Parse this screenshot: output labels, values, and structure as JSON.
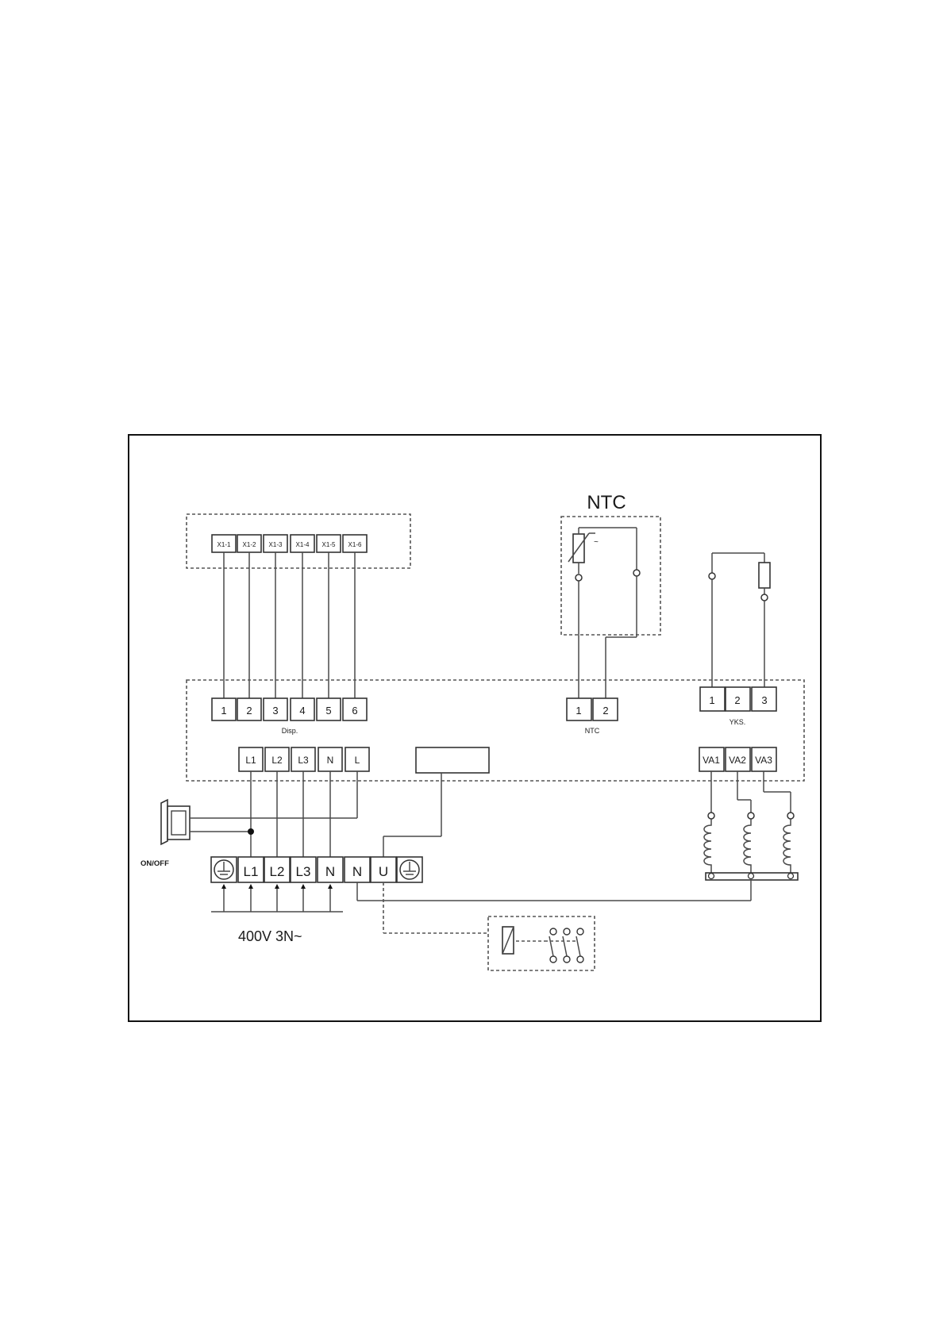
{
  "display_terminals": [
    "X1-1",
    "X1-2",
    "X1-3",
    "X1-4",
    "X1-5",
    "X1-6"
  ],
  "disp_terminals": [
    "1",
    "2",
    "3",
    "4",
    "5",
    "6"
  ],
  "disp_label": "Disp.",
  "ntc_title": "NTC",
  "ntc_terminals": [
    "1",
    "2"
  ],
  "ntc_label": "NTC",
  "yks_terminals": [
    "1",
    "2",
    "3"
  ],
  "yks_label": "YKS.",
  "power_terminals": [
    "L1",
    "L2",
    "L3",
    "N",
    "L"
  ],
  "va_terminals": [
    "VA1",
    "VA2",
    "VA3"
  ],
  "switch_label": "ON/OFF",
  "main_terminals": [
    "L1",
    "L2",
    "L3",
    "N",
    "N",
    "U"
  ],
  "supply_label": "400V 3N~"
}
